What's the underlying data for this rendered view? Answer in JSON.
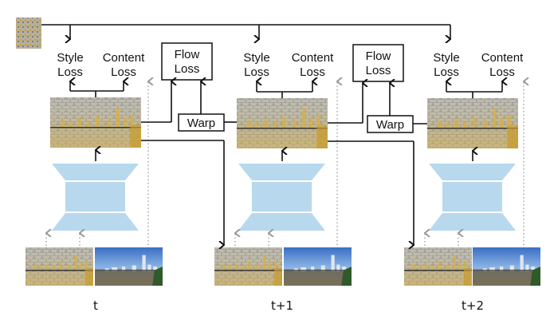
{
  "diagram": {
    "style_image": {
      "name": "style-reference",
      "colors": {
        "base": "#b8b2a0",
        "accent": "#c9a23a",
        "dark": "#6b6a66"
      }
    },
    "columns": [
      {
        "time_label": "t",
        "style_loss": [
          "Style",
          "Loss"
        ],
        "content_loss": [
          "Content",
          "Loss"
        ],
        "inputs": [
          "previous-stylized-frame",
          "content-frame"
        ]
      },
      {
        "time_label": "t+1",
        "style_loss": [
          "Style",
          "Loss"
        ],
        "content_loss": [
          "Content",
          "Loss"
        ],
        "flow_loss": [
          "Flow",
          "Loss"
        ],
        "warp": "Warp",
        "inputs": [
          "previous-stylized-frame",
          "content-frame"
        ]
      },
      {
        "time_label": "t+2",
        "style_loss": [
          "Style",
          "Loss"
        ],
        "content_loss": [
          "Content",
          "Loss"
        ],
        "flow_loss": [
          "Flow",
          "Loss"
        ],
        "warp": "Warp",
        "inputs": [
          "previous-stylized-frame",
          "content-frame"
        ]
      }
    ],
    "colors": {
      "network": "#b8d8ee",
      "arrow": "#111111",
      "dotted_arrow": "#999999",
      "stylized_base": "#c8bc94",
      "stylized_accent": "#d4b04a",
      "sky": "#3f78c8",
      "water": "#6b6a5c"
    }
  }
}
